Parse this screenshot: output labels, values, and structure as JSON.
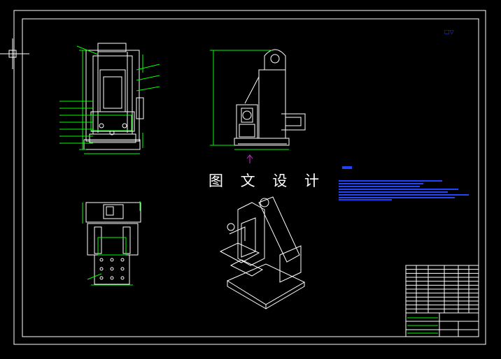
{
  "drawing": {
    "watermark_text": "图 文 设 计",
    "background_color": "#000000",
    "frame_color": "#ffffff",
    "line_color": "#ffffff",
    "dimension_color": "#00ff00",
    "annotation_color": "#2244ff",
    "arrow_color": "#cc33cc",
    "corner_mark": "▽"
  },
  "views": [
    {
      "name": "front-view"
    },
    {
      "name": "side-view"
    },
    {
      "name": "top-view"
    },
    {
      "name": "isometric-view"
    }
  ],
  "tech_requirements": {
    "line_count": 8
  },
  "title_block": {
    "rows": 12
  }
}
